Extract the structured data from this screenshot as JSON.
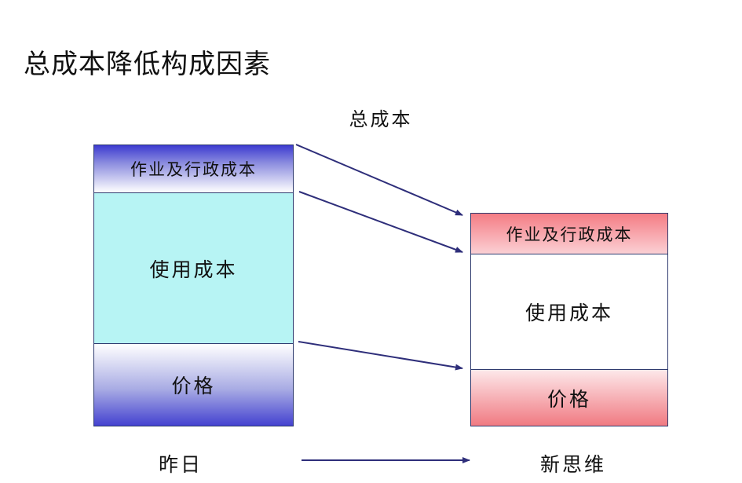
{
  "title": "总成本降低构成因素",
  "top_label": "总成本",
  "left_stack": {
    "admin_label": "作业及行政成本",
    "usage_label": "使用成本",
    "price_label": "价格"
  },
  "right_stack": {
    "admin_label": "作业及行政成本",
    "usage_label": "使用成本",
    "price_label": "价格"
  },
  "bottom": {
    "left_label": "昨日",
    "right_label": "新思维"
  },
  "colors": {
    "arrow": "#2e2e7a",
    "left_admin": "#3d3bd0",
    "left_usage": "#b7f4f4",
    "left_price": "#4442d0",
    "right_admin": "#f47c84",
    "right_usage": "#ffffff",
    "right_price": "#f07a82"
  }
}
